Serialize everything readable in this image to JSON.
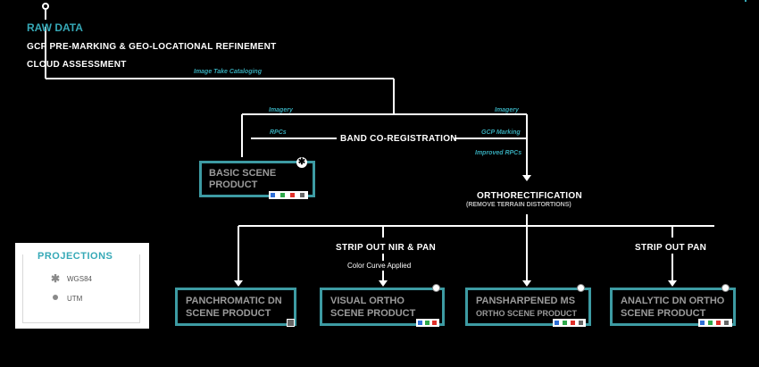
{
  "header": {
    "raw_data": "RAW DATA",
    "step1": "GCP PRE-MARKING & GEO-LOCATIONAL REFINEMENT",
    "step2": "CLOUD ASSESSMENT"
  },
  "edge_labels": {
    "image_take_cataloging": "Image Take Cataloging",
    "imagery_left": "Imagery",
    "imagery_right": "Imagery",
    "rpcs": "RPCs",
    "gcp_marking": "GCP Marking",
    "improved_rpcs": "Improved RPCs"
  },
  "band_coregistration": "BAND CO-REGISTRATION",
  "basic_scene": {
    "line1": "BASIC SCENE",
    "line2": "PRODUCT"
  },
  "orthorectification": {
    "title": "ORTHORECTIFICATION",
    "subtitle": "(REMOVE TERRAIN DISTORTIONS)"
  },
  "branch_labels": {
    "strip_nir_pan": "STRIP OUT NIR & PAN",
    "color_curve": "Color Curve Applied",
    "strip_pan": "STRIP OUT PAN"
  },
  "products": [
    {
      "line1": "PANCHROMATIC DN",
      "line2": "SCENE PRODUCT"
    },
    {
      "line1": "VISUAL ORTHO",
      "line2": "SCENE PRODUCT"
    },
    {
      "line1": "PANSHARPENED MS",
      "line2": "ORTHO SCENE PRODUCT"
    },
    {
      "line1": "ANALYTIC DN ORTHO",
      "line2": "SCENE PRODUCT"
    }
  ],
  "projections": {
    "title": "PROJECTIONS",
    "items": [
      {
        "icon": "asterisk-icon",
        "label": "WGS84"
      },
      {
        "icon": "dot-icon",
        "label": "UTM"
      }
    ]
  },
  "colors": {
    "accent": "#36a9b7",
    "box_border": "#3d9ba3",
    "line": "#ffffff",
    "background": "#000000",
    "band_blue": "#2f6fd6",
    "band_green": "#2ea84a",
    "band_red": "#e0302a",
    "band_nir": "#666666"
  }
}
